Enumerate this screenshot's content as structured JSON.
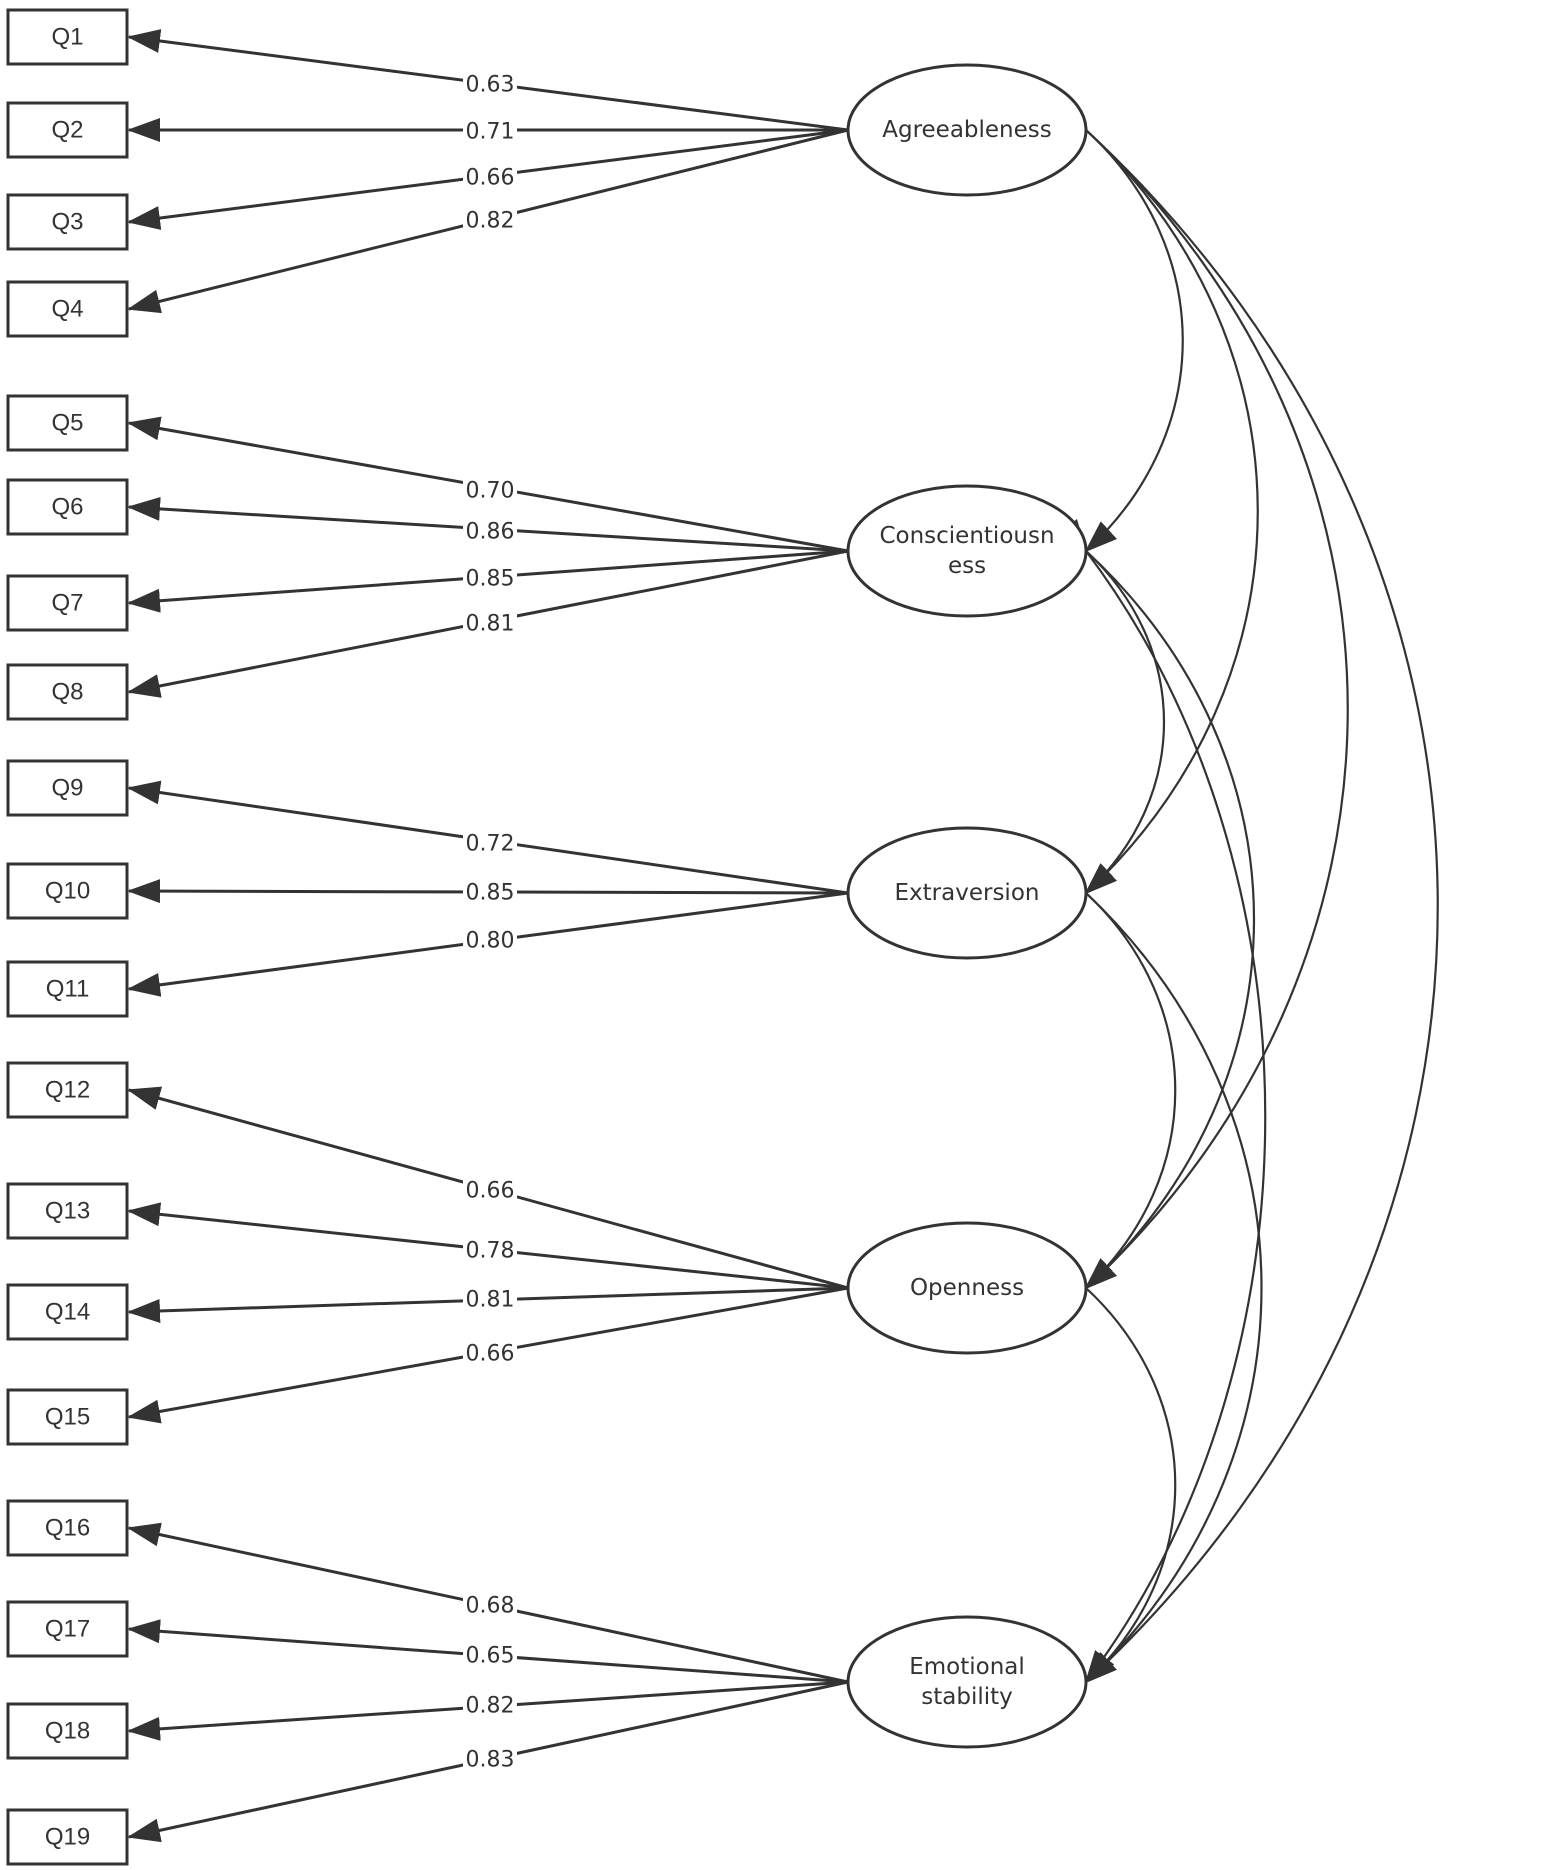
{
  "colors": {
    "stroke": "#333333",
    "background": "#ffffff"
  },
  "factors": [
    {
      "id": "agr",
      "lines": [
        "Agreeableness"
      ]
    },
    {
      "id": "con",
      "lines": [
        "Conscientiousn",
        "ess"
      ]
    },
    {
      "id": "ext",
      "lines": [
        "Extraversion"
      ]
    },
    {
      "id": "ope",
      "lines": [
        "Openness"
      ]
    },
    {
      "id": "emo",
      "lines": [
        "Emotional",
        "stability"
      ]
    }
  ],
  "items": [
    {
      "label": "Q1",
      "factor": "agr",
      "loading": "0.63"
    },
    {
      "label": "Q2",
      "factor": "agr",
      "loading": "0.71"
    },
    {
      "label": "Q3",
      "factor": "agr",
      "loading": "0.66"
    },
    {
      "label": "Q4",
      "factor": "agr",
      "loading": "0.82"
    },
    {
      "label": "Q5",
      "factor": "con",
      "loading": "0.70"
    },
    {
      "label": "Q6",
      "factor": "con",
      "loading": "0.86"
    },
    {
      "label": "Q7",
      "factor": "con",
      "loading": "0.85"
    },
    {
      "label": "Q8",
      "factor": "con",
      "loading": "0.81"
    },
    {
      "label": "Q9",
      "factor": "ext",
      "loading": "0.72"
    },
    {
      "label": "Q10",
      "factor": "ext",
      "loading": "0.85"
    },
    {
      "label": "Q11",
      "factor": "ext",
      "loading": "0.80"
    },
    {
      "label": "Q12",
      "factor": "ope",
      "loading": "0.66"
    },
    {
      "label": "Q13",
      "factor": "ope",
      "loading": "0.78"
    },
    {
      "label": "Q14",
      "factor": "ope",
      "loading": "0.81"
    },
    {
      "label": "Q15",
      "factor": "ope",
      "loading": "0.66"
    },
    {
      "label": "Q16",
      "factor": "emo",
      "loading": "0.68"
    },
    {
      "label": "Q17",
      "factor": "emo",
      "loading": "0.65"
    },
    {
      "label": "Q18",
      "factor": "emo",
      "loading": "0.82"
    },
    {
      "label": "Q19",
      "factor": "emo",
      "loading": "0.83"
    }
  ],
  "covariances": [
    [
      "agr",
      "con"
    ],
    [
      "agr",
      "ext"
    ],
    [
      "agr",
      "ope"
    ],
    [
      "agr",
      "emo"
    ],
    [
      "con",
      "ext"
    ],
    [
      "con",
      "ope"
    ],
    [
      "con",
      "emo"
    ],
    [
      "ext",
      "ope"
    ],
    [
      "ext",
      "emo"
    ],
    [
      "ope",
      "emo"
    ]
  ]
}
